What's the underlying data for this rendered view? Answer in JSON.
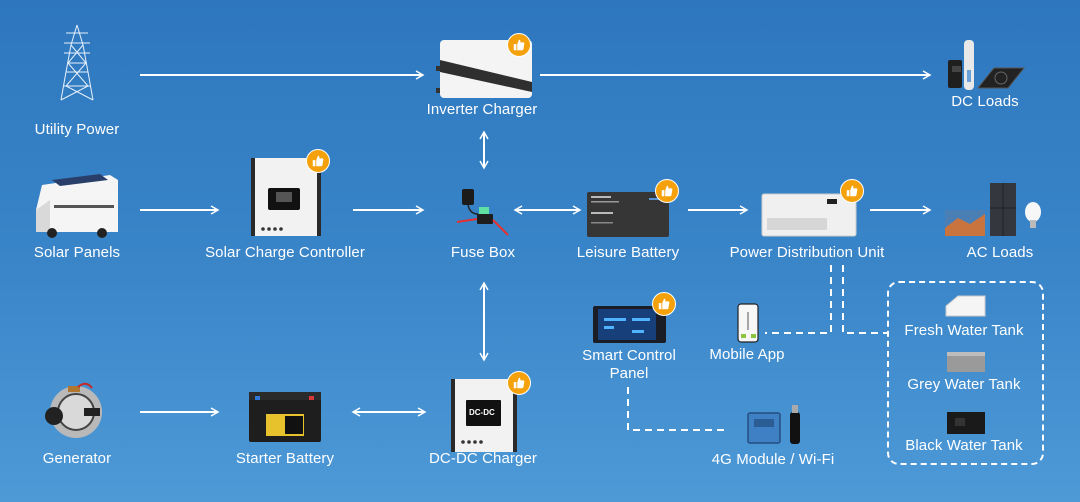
{
  "title": "RV Power System Diagram",
  "colors": {
    "background_top": "#2e77bf",
    "background_bottom": "#4e9ad7",
    "connector": "#ffffff",
    "badge": "#f5a10c"
  },
  "nodes": {
    "utility_power": {
      "label": "Utility Power",
      "icon": "transmission-tower-icon",
      "recommended": false
    },
    "inverter_charger": {
      "label": "Inverter Charger",
      "icon": "inverter-charger-icon",
      "recommended": true
    },
    "dc_loads": {
      "label": "DC Loads",
      "icon": "dc-loads-icon",
      "recommended": false
    },
    "solar_panels": {
      "label": "Solar Panels",
      "icon": "rv-solar-icon",
      "recommended": false
    },
    "solar_charge_controller": {
      "label": "Solar Charge Controller",
      "icon": "solar-charge-controller-icon",
      "recommended": true
    },
    "fuse_box": {
      "label": "Fuse Box",
      "icon": "fuse-icon",
      "recommended": false
    },
    "leisure_battery": {
      "label": "Leisure Battery",
      "icon": "leisure-battery-icon",
      "recommended": true
    },
    "power_distribution_unit": {
      "label": "Power Distribution Unit",
      "icon": "pdu-icon",
      "recommended": true
    },
    "ac_loads": {
      "label": "AC Loads",
      "icon": "ac-loads-icon",
      "recommended": false
    },
    "smart_control_panel": {
      "label_line1": "Smart Control",
      "label_line2": "Panel",
      "icon": "control-panel-icon",
      "recommended": true
    },
    "mobile_app": {
      "label": "Mobile App",
      "icon": "phone-icon",
      "recommended": false
    },
    "module_4g_wifi": {
      "label": "4G Module / Wi-Fi",
      "icon": "router-icon",
      "recommended": false
    },
    "generator": {
      "label": "Generator",
      "icon": "alternator-icon",
      "recommended": false
    },
    "starter_battery": {
      "label": "Starter Battery",
      "icon": "starter-battery-icon",
      "recommended": false
    },
    "dc_dc_charger": {
      "label": "DC-DC Charger",
      "icon": "dc-dc-charger-icon",
      "recommended": true,
      "screen_text": "DC-DC"
    },
    "fresh_water_tank": {
      "label": "Fresh Water Tank",
      "icon": "fresh-tank-icon"
    },
    "grey_water_tank": {
      "label": "Grey Water Tank",
      "icon": "grey-tank-icon"
    },
    "black_water_tank": {
      "label": "Black Water Tank",
      "icon": "black-tank-icon"
    }
  },
  "connections": [
    {
      "from": "Utility Power",
      "to": "Inverter Charger",
      "type": "arrow"
    },
    {
      "from": "Inverter Charger",
      "to": "DC Loads",
      "type": "arrow"
    },
    {
      "from": "Inverter Charger",
      "to": "Fuse Box",
      "type": "bidirectional"
    },
    {
      "from": "Solar Panels",
      "to": "Solar Charge Controller",
      "type": "arrow"
    },
    {
      "from": "Solar Charge Controller",
      "to": "Fuse Box",
      "type": "arrow"
    },
    {
      "from": "Fuse Box",
      "to": "Leisure Battery",
      "type": "bidirectional"
    },
    {
      "from": "Leisure Battery",
      "to": "Power Distribution Unit",
      "type": "arrow"
    },
    {
      "from": "Power Distribution Unit",
      "to": "AC Loads",
      "type": "arrow"
    },
    {
      "from": "Fuse Box",
      "to": "DC-DC Charger",
      "type": "bidirectional"
    },
    {
      "from": "Generator",
      "to": "Starter Battery",
      "type": "arrow"
    },
    {
      "from": "Starter Battery",
      "to": "DC-DC Charger",
      "type": "bidirectional"
    },
    {
      "from": "Power Distribution Unit",
      "to": "Mobile App",
      "type": "dashed"
    },
    {
      "from": "Power Distribution Unit",
      "to": "Water Tanks",
      "type": "dashed"
    },
    {
      "from": "Smart Control Panel",
      "to": "4G Module / Wi-Fi",
      "type": "dashed"
    }
  ]
}
